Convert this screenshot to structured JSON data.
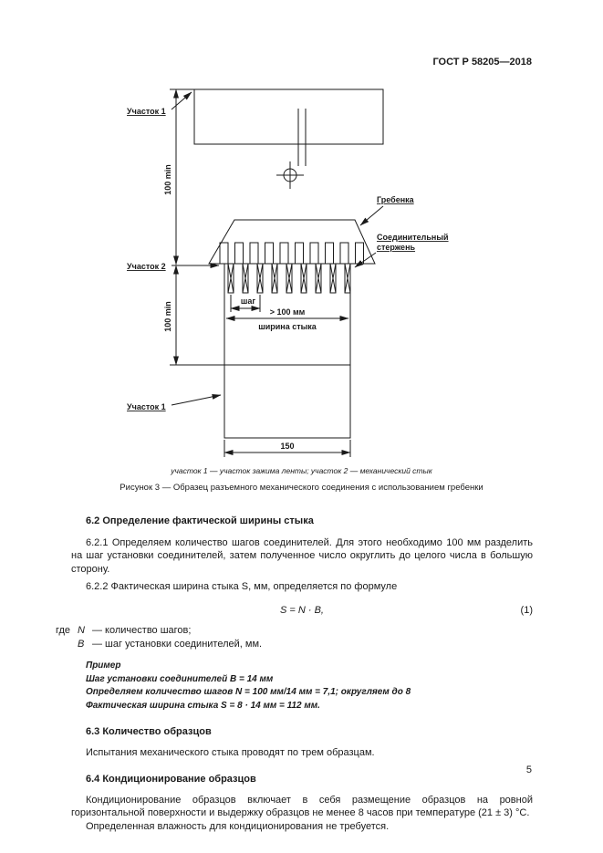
{
  "header": {
    "doc_number": "ГОСТ Р 58205—2018"
  },
  "figure": {
    "labels": {
      "section1_top": "Участок 1",
      "section2": "Участок 2",
      "section1_bottom": "Участок 1",
      "dim_100_top": "100 min",
      "dim_100_bottom": "100 min",
      "comb": "Гребенка",
      "rod_line1": "Соединительный",
      "rod_line2": "стержень",
      "step": "шаг",
      "width_gt": "> 100 мм",
      "width_label": "ширина стыка",
      "dim_150": "150"
    },
    "legend": "участок 1 — участок зажима ленты; участок 2 — механический стык",
    "caption": "Рисунок 3 — Образец разъемного механического соединения с использованием гребенки"
  },
  "sections": {
    "s62": {
      "heading": "6.2 Определение фактической ширины стыка",
      "p621": "6.2.1 Определяем количество шагов соединителей. Для этого необходимо 100 мм разделить на шаг установки соединителей, затем полученное число округлить до целого числа в большую сторону.",
      "p622": "6.2.2 Фактическая ширина стыка S, мм, определяется по формуле",
      "formula": "S = N · B,",
      "formula_number": "(1)",
      "where_intro": "где",
      "var1_name": "N",
      "var1_desc": "— количество шагов;",
      "var2_name": "В",
      "var2_desc": "— шаг установки соединителей, мм.",
      "example_title": "Пример",
      "example_lines": [
        "Шаг установки соединителей В = 14 мм",
        "Определяем количество шагов N = 100 мм/14 мм = 7,1; округляем до 8",
        "Фактическая ширина стыка S = 8 · 14 мм = 112 мм."
      ]
    },
    "s63": {
      "heading": "6.3 Количество образцов",
      "p": "Испытания механического стыка проводят по трем образцам."
    },
    "s64": {
      "heading": "6.4 Кондиционирование образцов",
      "p1": "Кондиционирование образцов включает в себя размещение образцов на ровной горизонтальной поверхности и выдержку образцов не менее 8 часов при температуре (21 ± 3) °С.",
      "p2": "Определенная влажность для кондиционирования не требуется."
    }
  },
  "footer": {
    "page_number": "5"
  }
}
